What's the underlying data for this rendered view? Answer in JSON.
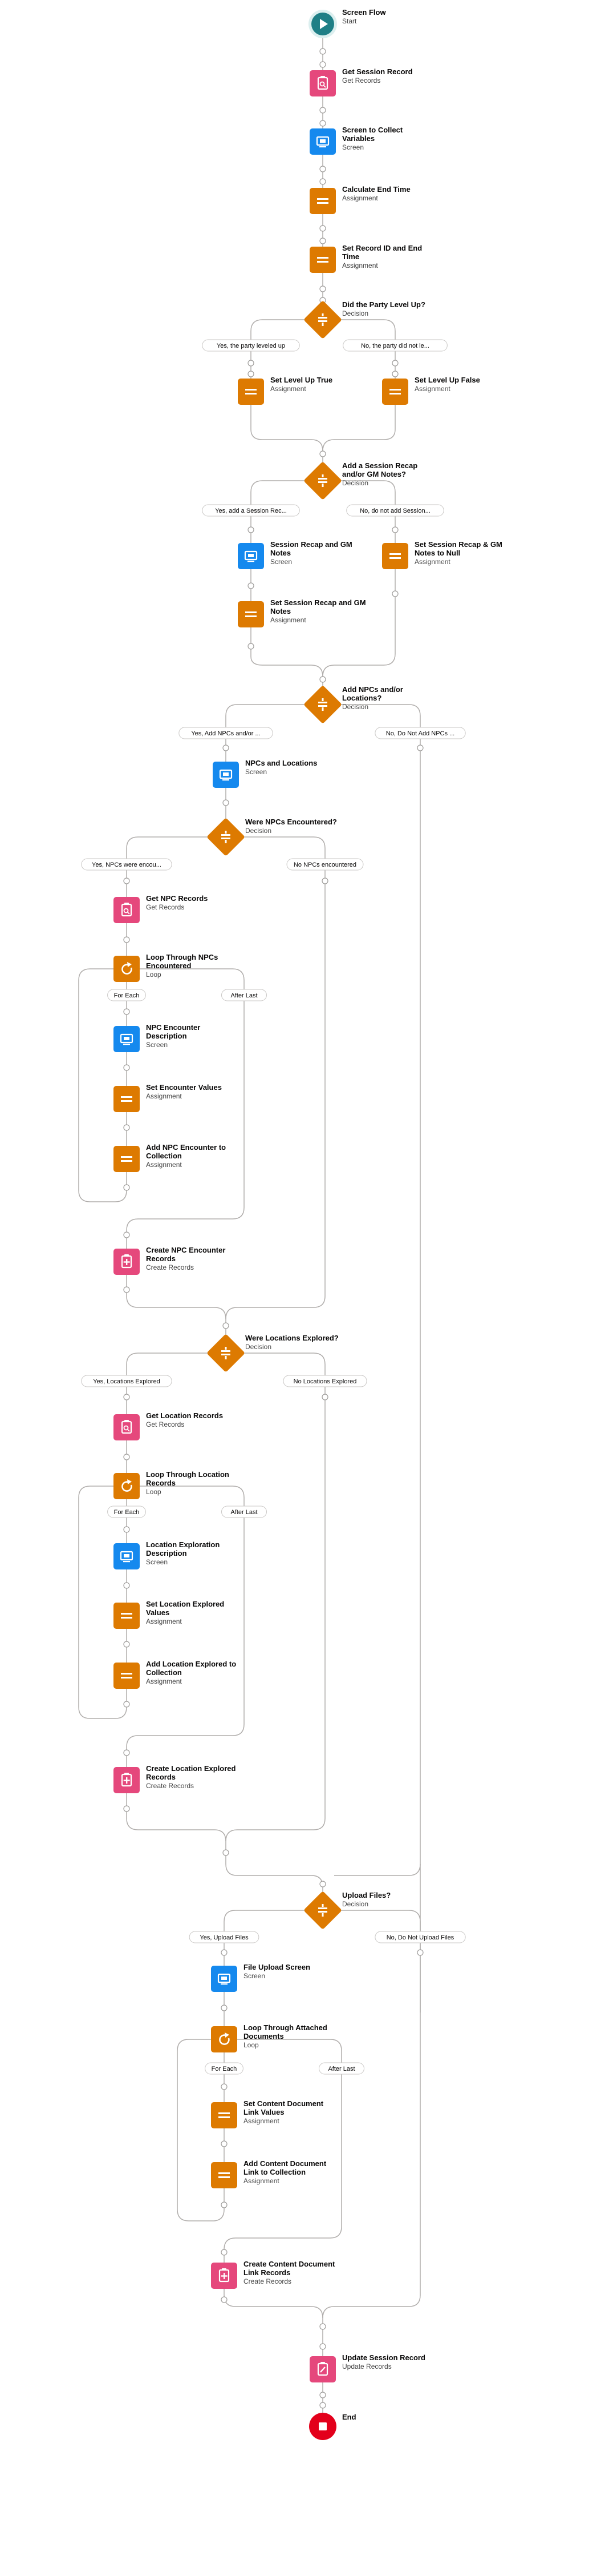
{
  "flow": {
    "colors": {
      "start": "#1f7f86",
      "get_records": "#e5487c",
      "screen": "#1589ee",
      "assignment": "#dd7a01",
      "decision": "#dd7a01",
      "loop": "#dd7a01",
      "end": "#e3001b",
      "connector": "#b0adab"
    },
    "nodes": [
      {
        "id": "n_start",
        "type": "start",
        "icon": "play-icon",
        "label": "Screen Flow",
        "sub": "Start"
      },
      {
        "id": "n_getsession",
        "type": "get",
        "icon": "get-records-icon",
        "label": "Get Session Record",
        "sub": "Get Records"
      },
      {
        "id": "n_screen1",
        "type": "screen",
        "icon": "screen-icon",
        "label": "Screen to Collect Variables",
        "sub": "Screen"
      },
      {
        "id": "n_calcend",
        "type": "assign",
        "icon": "assignment-icon",
        "label": "Calculate End Time",
        "sub": "Assignment"
      },
      {
        "id": "n_setrecid",
        "type": "assign",
        "icon": "assignment-icon",
        "label": "Set Record ID and End Time",
        "sub": "Assignment"
      },
      {
        "id": "n_dec_level",
        "type": "decision",
        "icon": "decision-icon",
        "label": "Did the Party Level Up?",
        "sub": "Decision"
      },
      {
        "id": "n_leveltrue",
        "type": "assign",
        "icon": "assignment-icon",
        "label": "Set Level Up True",
        "sub": "Assignment"
      },
      {
        "id": "n_levelfalse",
        "type": "assign",
        "icon": "assignment-icon",
        "label": "Set Level Up False",
        "sub": "Assignment"
      },
      {
        "id": "n_dec_recap",
        "type": "decision",
        "icon": "decision-icon",
        "label": "Add a Session Recap and/or GM Notes?",
        "sub": "Decision"
      },
      {
        "id": "n_recapscreen",
        "type": "screen",
        "icon": "screen-icon",
        "label": "Session Recap and GM Notes",
        "sub": "Screen"
      },
      {
        "id": "n_recapassign",
        "type": "assign",
        "icon": "assignment-icon",
        "label": "Set Session Recap and GM Notes",
        "sub": "Assignment"
      },
      {
        "id": "n_recapnull",
        "type": "assign",
        "icon": "assignment-icon",
        "label": "Set Session Recap & GM Notes to Null",
        "sub": "Assignment"
      },
      {
        "id": "n_dec_npcloc",
        "type": "decision",
        "icon": "decision-icon",
        "label": "Add NPCs and/or Locations?",
        "sub": "Decision"
      },
      {
        "id": "n_npclocscreen",
        "type": "screen",
        "icon": "screen-icon",
        "label": "NPCs and Locations",
        "sub": "Screen"
      },
      {
        "id": "n_dec_npc",
        "type": "decision",
        "icon": "decision-icon",
        "label": "Were NPCs Encountered?",
        "sub": "Decision"
      },
      {
        "id": "n_getnpc",
        "type": "get",
        "icon": "get-records-icon",
        "label": "Get NPC Records",
        "sub": "Get Records"
      },
      {
        "id": "n_loopnpc",
        "type": "loop",
        "icon": "loop-icon",
        "label": "Loop Through NPCs Encountered",
        "sub": "Loop"
      },
      {
        "id": "n_npcdesc",
        "type": "screen",
        "icon": "screen-icon",
        "label": "NPC Encounter Description",
        "sub": "Screen"
      },
      {
        "id": "n_setenc",
        "type": "assign",
        "icon": "assignment-icon",
        "label": "Set Encounter Values",
        "sub": "Assignment"
      },
      {
        "id": "n_addnpc",
        "type": "assign",
        "icon": "assignment-icon",
        "label": "Add NPC Encounter to Collection",
        "sub": "Assignment"
      },
      {
        "id": "n_createnpc",
        "type": "create",
        "icon": "create-records-icon",
        "label": "Create NPC Encounter Records",
        "sub": "Create Records"
      },
      {
        "id": "n_dec_loc",
        "type": "decision",
        "icon": "decision-icon",
        "label": "Were Locations Explored?",
        "sub": "Decision"
      },
      {
        "id": "n_getloc",
        "type": "get",
        "icon": "get-records-icon",
        "label": "Get Location Records",
        "sub": "Get Records"
      },
      {
        "id": "n_looploc",
        "type": "loop",
        "icon": "loop-icon",
        "label": "Loop Through Location Records",
        "sub": "Loop"
      },
      {
        "id": "n_locdesc",
        "type": "screen",
        "icon": "screen-icon",
        "label": "Location Exploration Description",
        "sub": "Screen"
      },
      {
        "id": "n_setloc",
        "type": "assign",
        "icon": "assignment-icon",
        "label": "Set Location Explored Values",
        "sub": "Assignment"
      },
      {
        "id": "n_addloc",
        "type": "assign",
        "icon": "assignment-icon",
        "label": "Add Location Explored to Collection",
        "sub": "Assignment"
      },
      {
        "id": "n_createloc",
        "type": "create",
        "icon": "create-records-icon",
        "label": "Create Location Explored Records",
        "sub": "Create Records"
      },
      {
        "id": "n_dec_files",
        "type": "decision",
        "icon": "decision-icon",
        "label": "Upload Files?",
        "sub": "Decision"
      },
      {
        "id": "n_filescreen",
        "type": "screen",
        "icon": "screen-icon",
        "label": "File Upload Screen",
        "sub": "Screen"
      },
      {
        "id": "n_loopdocs",
        "type": "loop",
        "icon": "loop-icon",
        "label": "Loop Through Attached Documents",
        "sub": "Loop"
      },
      {
        "id": "n_setdoc",
        "type": "assign",
        "icon": "assignment-icon",
        "label": "Set Content Document Link Values",
        "sub": "Assignment"
      },
      {
        "id": "n_adddoc",
        "type": "assign",
        "icon": "assignment-icon",
        "label": "Add Content Document Link to Collection",
        "sub": "Assignment"
      },
      {
        "id": "n_createdoc",
        "type": "create",
        "icon": "create-records-icon",
        "label": "Create Content Document Link Records",
        "sub": "Create Records"
      },
      {
        "id": "n_update",
        "type": "update",
        "icon": "update-records-icon",
        "label": "Update Session Record",
        "sub": "Update Records"
      },
      {
        "id": "n_end",
        "type": "end",
        "icon": "stop-icon",
        "label": "End",
        "sub": ""
      }
    ],
    "branches": [
      {
        "id": "b1",
        "label": "Yes, the party leveled up"
      },
      {
        "id": "b2",
        "label": "No, the party did not le..."
      },
      {
        "id": "b3",
        "label": "Yes, add a Session Rec..."
      },
      {
        "id": "b4",
        "label": "No, do not add Session..."
      },
      {
        "id": "b5",
        "label": "Yes, Add NPCs and/or ..."
      },
      {
        "id": "b6",
        "label": "No, Do Not Add NPCs ..."
      },
      {
        "id": "b7",
        "label": "Yes, NPCs were encou..."
      },
      {
        "id": "b8",
        "label": "No NPCs encountered"
      },
      {
        "id": "b9",
        "label": "For Each"
      },
      {
        "id": "b10",
        "label": "After Last"
      },
      {
        "id": "b11",
        "label": "Yes, Locations Explored"
      },
      {
        "id": "b12",
        "label": "No Locations Explored"
      },
      {
        "id": "b13",
        "label": "For Each"
      },
      {
        "id": "b14",
        "label": "After Last"
      },
      {
        "id": "b15",
        "label": "Yes, Upload Files"
      },
      {
        "id": "b16",
        "label": "No, Do Not Upload Files"
      },
      {
        "id": "b17",
        "label": "For Each"
      },
      {
        "id": "b18",
        "label": "After Last"
      }
    ]
  }
}
